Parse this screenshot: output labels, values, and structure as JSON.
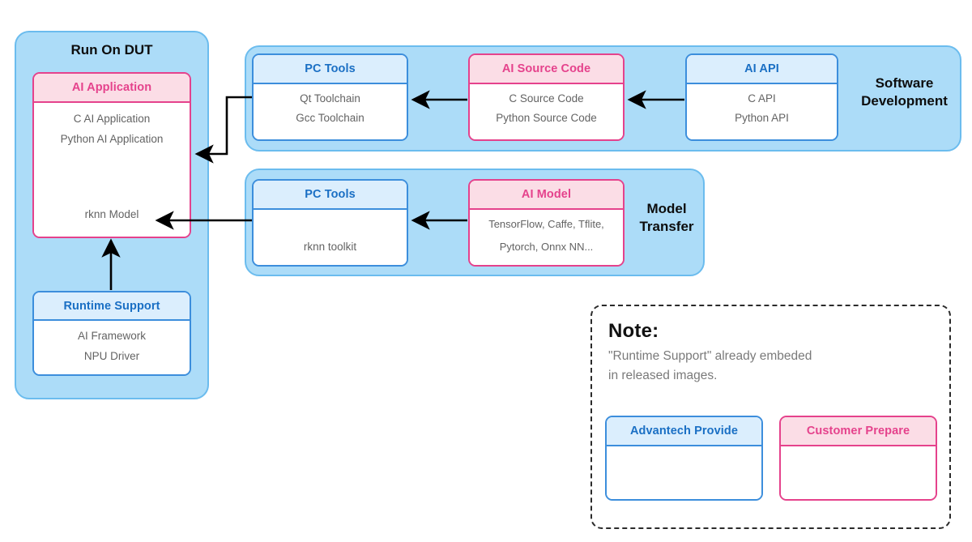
{
  "diagram": {
    "run_on_dut": {
      "title": "Run On DUT",
      "ai_application": {
        "header": "AI Application",
        "lines": [
          "C AI Application",
          "Python AI Application"
        ],
        "bottom_line": "rknn Model"
      },
      "runtime_support": {
        "header": "Runtime Support",
        "lines": [
          "AI Framework",
          "NPU Driver"
        ]
      }
    },
    "software_development": {
      "label": "Software\nDevelopment",
      "label_line1": "Software",
      "label_line2": "Development",
      "pc_tools": {
        "header": "PC Tools",
        "lines": [
          "Qt Toolchain",
          "Gcc Toolchain"
        ]
      },
      "ai_source_code": {
        "header": "AI Source Code",
        "lines": [
          "C Source Code",
          "Python Source Code"
        ]
      },
      "ai_api": {
        "header": "AI API",
        "lines": [
          "C API",
          "Python API"
        ]
      }
    },
    "model_transfer": {
      "label_line1": "Model",
      "label_line2": "Transfer",
      "pc_tools": {
        "header": "PC Tools",
        "lines": [
          "rknn toolkit"
        ]
      },
      "ai_model": {
        "header": "AI Model",
        "lines": [
          "TensorFlow, Caffe, Tflite,",
          "Pytorch, Onnx NN..."
        ]
      }
    },
    "note": {
      "title": "Note:",
      "body_line1": "\"Runtime Support\" already embeded",
      "body_line2": "in released images.",
      "legend": [
        {
          "header": "Advantech Provide",
          "kind": "blue"
        },
        {
          "header": "Customer Prepare",
          "kind": "pink"
        }
      ]
    },
    "colors": {
      "group_fill": "#ACDCF8",
      "group_border": "#6BBCEE",
      "blue_border": "#3C8EDC",
      "blue_header_fill": "#DBEEFD",
      "blue_text": "#1A6FC4",
      "pink_border": "#E5428C",
      "pink_header_fill": "#FBDDE6",
      "pink_text": "#E5428C",
      "body_text": "#636363",
      "note_text": "#7A7A7A",
      "arrow": "#000000"
    }
  }
}
